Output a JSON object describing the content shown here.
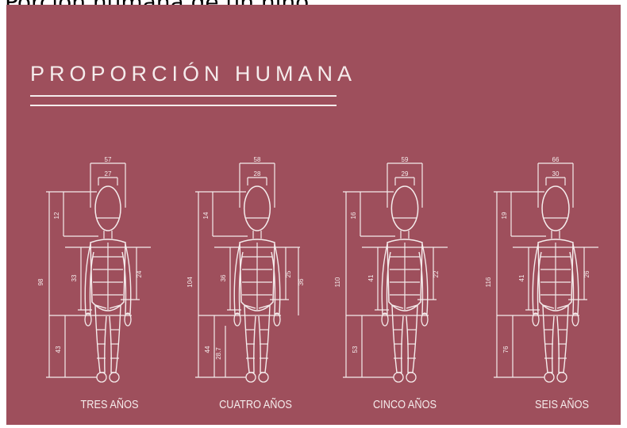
{
  "caption": "Porción humana de un niño",
  "title": "PROPORCIÓN HUMANA",
  "colors": {
    "background": "#9e4f5c",
    "line": "#f5ecec"
  },
  "figures": [
    {
      "label": "TRES AÑOS",
      "top_width": "57",
      "head_width": "27",
      "head_height": "12",
      "total_height": "98",
      "torso": "33",
      "hip": "24",
      "leg": "43"
    },
    {
      "label": "CUATRO AÑOS",
      "top_width": "58",
      "head_width": "28",
      "head_height": "14",
      "total_height": "104",
      "torso": "36",
      "hip": "25",
      "hip_right": "36",
      "leg": "44",
      "knee": "28.7"
    },
    {
      "label": "CINCO AÑOS",
      "top_width": "59",
      "head_width": "29",
      "head_height": "16",
      "total_height": "110",
      "torso": "41",
      "hip": "22",
      "leg": "53"
    },
    {
      "label": "SEIS AÑOS",
      "top_width": "66",
      "head_width": "30",
      "head_height": "19",
      "total_height": "116",
      "torso": "41",
      "hip": "26",
      "leg": "76"
    }
  ]
}
